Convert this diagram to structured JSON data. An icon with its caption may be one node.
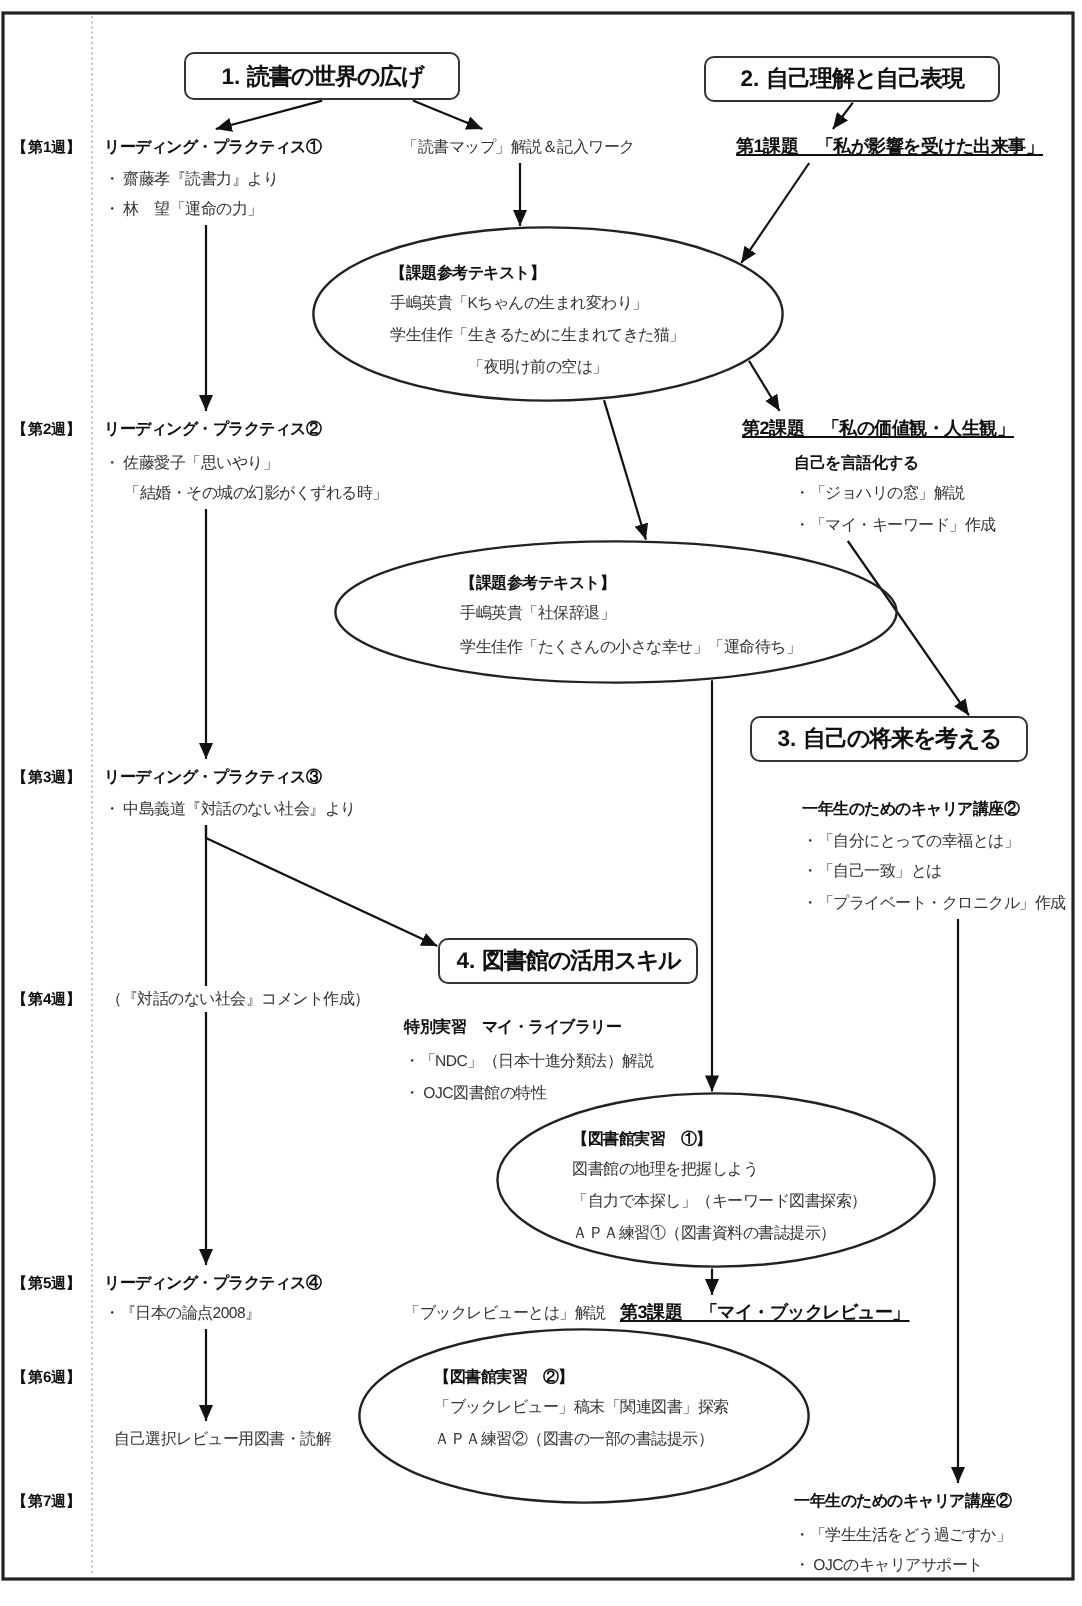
{
  "diagram": {
    "nodes": [
      {
        "text": [
          "1. 読書の世界の広げ"
        ]
      },
      {
        "text": [
          "2. 自己理解と自己表現"
        ]
      },
      {
        "text": [
          "リーディング・プラクティス①",
          "・ 齋藤孝『読書力』より",
          "・ 林　望「運命の力」"
        ]
      },
      {
        "text": [
          "「読書マップ」解説＆記入ワーク"
        ]
      },
      {
        "text": [
          "第1課題　「私が影響を受けた出来事」"
        ]
      },
      {
        "text": [
          "【課題参考テキスト】",
          "手嶋英貴「Kちゃんの生まれ変わり」",
          "学生佳作「生きるために生まれてきた猫」",
          "「夜明け前の空は」"
        ]
      },
      {
        "text": [
          "リーディング・プラクティス②",
          "・ 佐藤愛子「思いやり」",
          "「結婚・その城の幻影がくずれる時」"
        ]
      },
      {
        "text": [
          "第2課題　「私の価値観・人生観」",
          "自己を言語化する",
          "・「ジョハリの窓」解説",
          "・「マイ・キーワード」作成"
        ]
      },
      {
        "text": [
          "【課題参考テキスト】",
          "手嶋英貴「社保辞退」",
          "学生佳作「たくさんの小さな幸せ」「運命待ち」"
        ]
      },
      {
        "text": [
          "3. 自己の将来を考える"
        ]
      },
      {
        "text": [
          "リーディング・プラクティス③",
          "・ 中島義道『対話のない社会』より"
        ]
      },
      {
        "text": [
          "一年生のためのキャリア講座②",
          "・「自分にとっての幸福とは」",
          "・「自己一致」とは",
          "・「プライベート・クロニクル」作成"
        ]
      },
      {
        "text": [
          "4. 図書館の活用スキル"
        ]
      },
      {
        "text": [
          "【図書館実習　①】",
          "図書館の地理を把握しよう",
          "「自力で本探し」（キーワード図書探索）",
          "ＡＰＡ練習①（図書資料の書誌提示）"
        ]
      },
      {
        "text": [
          "リーディング・プラクティス④",
          "・『日本の論点2008』"
        ]
      },
      {
        "text": [
          "第3課題　「マイ・ブックレビュー」"
        ]
      },
      {
        "text": [
          "自己選択レビュー用図書・読解"
        ]
      },
      {
        "text": [
          "【図書館実習　②】",
          "「ブックレビュー」稿末「関連図書」探索",
          "ＡＰＡ練習②（図書の一部の書誌提示）"
        ]
      },
      {
        "text": [
          "一年生のためのキャリア講座②",
          "・「学生生活をどう過ごすか」",
          "・ OJCのキャリアサポート"
        ]
      }
    ],
    "edges": [
      {
        "from": 0,
        "to": 2,
        "arrow": "to"
      },
      {
        "from": 0,
        "to": 3,
        "arrow": "to"
      },
      {
        "from": 1,
        "to": 4,
        "arrow": "to"
      },
      {
        "from": 3,
        "to": 5,
        "arrow": "to"
      },
      {
        "from": 4,
        "to": 5,
        "arrow": "to"
      },
      {
        "from": 2,
        "to": 6,
        "arrow": "to"
      },
      {
        "from": 5,
        "to": 7,
        "arrow": "to"
      },
      {
        "from": 5,
        "to": 8,
        "arrow": "to"
      },
      {
        "from": 7,
        "to": 9,
        "arrow": "to"
      },
      {
        "from": 6,
        "to": 10,
        "arrow": "to"
      },
      {
        "from": 10,
        "to": 12,
        "arrow": "to"
      },
      {
        "from": 10,
        "to": 14,
        "arrow": "to"
      },
      {
        "from": 8,
        "to": 13,
        "arrow": "to"
      },
      {
        "from": 11,
        "to": 18,
        "arrow": "to"
      },
      {
        "from": 13,
        "to": 15,
        "arrow": "to"
      },
      {
        "from": 14,
        "to": 16,
        "arrow": "to"
      }
    ],
    "labels": [
      "【第1週】",
      "【第2週】",
      "【第3週】",
      "【第4週】",
      "（『対話のない社会』コメント作成）",
      "特別実習　マイ・ライブラリー",
      "・「NDC」（日本十進分類法）解説",
      "・ OJC図書館の特性",
      "【第5週】",
      "「ブックレビューとは」解説",
      "【第6週】",
      "【第7週】"
    ]
  }
}
